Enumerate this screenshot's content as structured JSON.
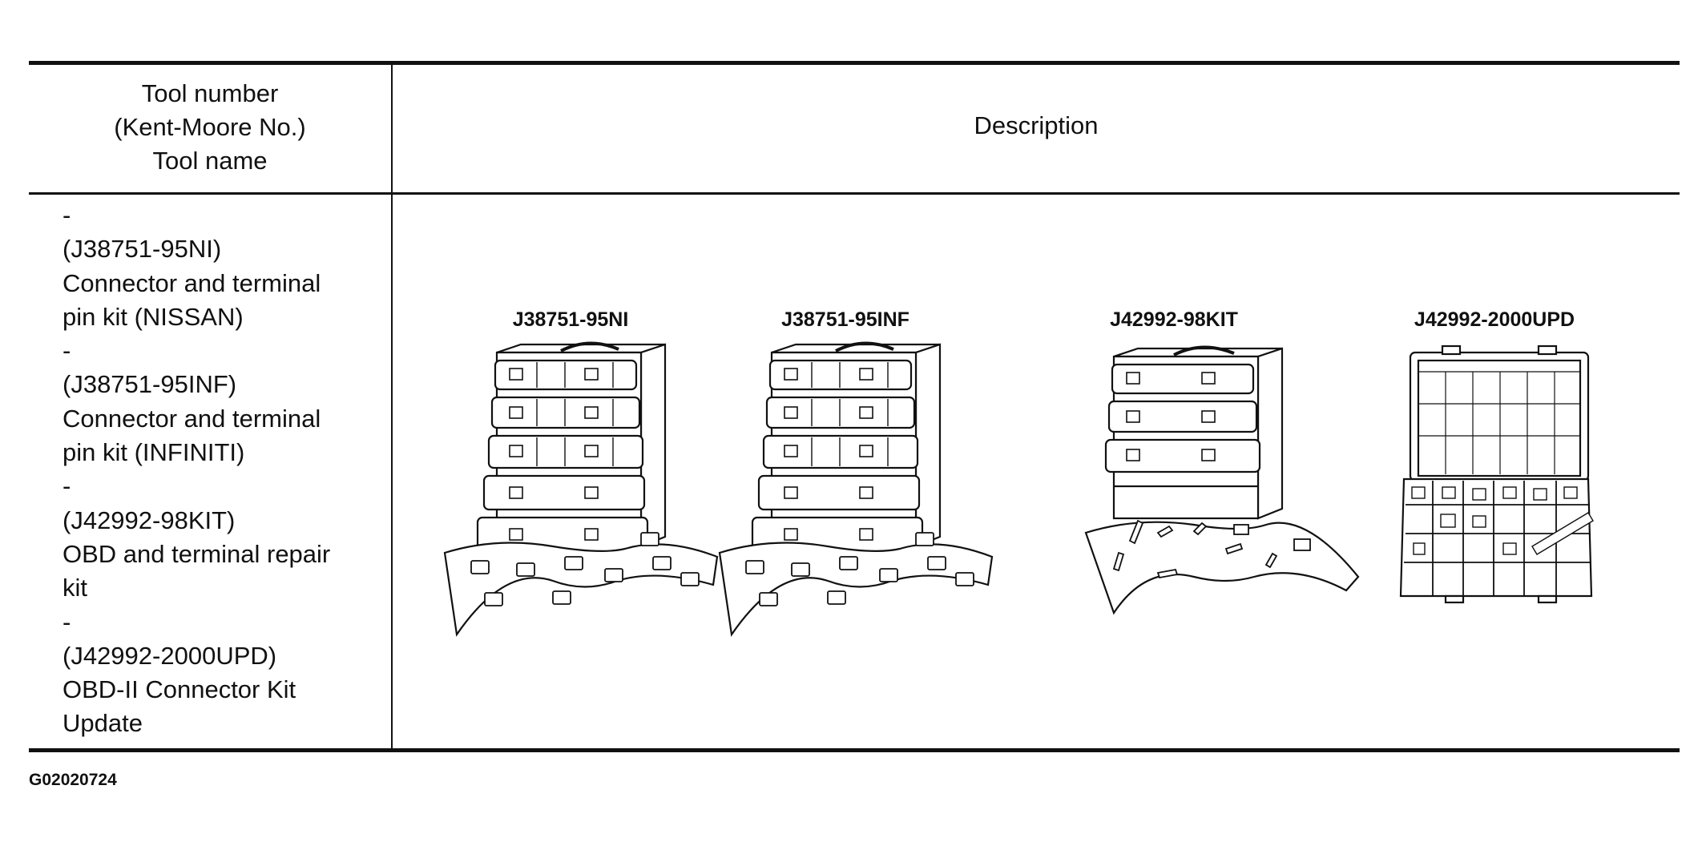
{
  "header": {
    "left_lines": [
      "Tool number",
      "(Kent-Moore No.)",
      "Tool name"
    ],
    "right": "Description"
  },
  "tool_list": [
    {
      "dash": "-",
      "number": "(J38751-95NI)",
      "name_lines": [
        "Connector and terminal",
        "pin kit (NISSAN)"
      ]
    },
    {
      "dash": "-",
      "number": "(J38751-95INF)",
      "name_lines": [
        "Connector and terminal",
        "pin kit (INFINITI)"
      ]
    },
    {
      "dash": "-",
      "number": "(J42992-98KIT)",
      "name_lines": [
        "OBD and terminal repair",
        "kit"
      ]
    },
    {
      "dash": "-",
      "number": "(J42992-2000UPD)",
      "name_lines": [
        "OBD-II Connector Kit",
        "Update"
      ]
    }
  ],
  "illustrations": [
    {
      "label": "J38751-95NI",
      "icon": "five-drawer-cabinet-with-tray-icon"
    },
    {
      "label": "J38751-95INF",
      "icon": "five-drawer-cabinet-with-tray-icon"
    },
    {
      "label": "J42992-98KIT",
      "icon": "three-drawer-cabinet-with-terminals-icon"
    },
    {
      "label": "J42992-2000UPD",
      "icon": "open-compartment-case-icon"
    }
  ],
  "figure_id": "G02020724"
}
